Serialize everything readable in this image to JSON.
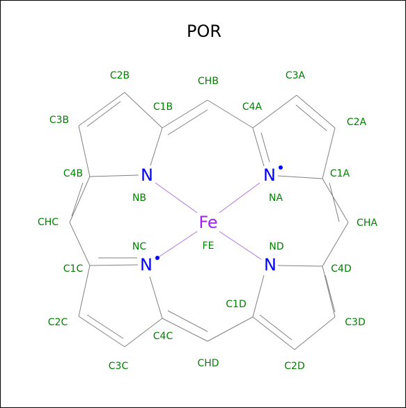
{
  "title": "POR",
  "colors": {
    "carbon_label": "#008000",
    "nitrogen": "#0000ff",
    "iron": "#a020f0",
    "bond": "#808080",
    "metal_bond": "#b070e0",
    "border": "#000000"
  },
  "elements": {
    "nitrogen_symbol": "N",
    "iron_symbol": "Fe"
  },
  "atom_labels": {
    "C2B": "C2B",
    "CHB": "CHB",
    "C3A": "C3A",
    "C3B": "C3B",
    "C1B": "C1B",
    "C4A": "C4A",
    "C2A": "C2A",
    "C4B": "C4B",
    "NB": "NB",
    "NA": "NA",
    "C1A": "C1A",
    "CHC": "CHC",
    "FE": "FE",
    "CHA": "CHA",
    "NC": "NC",
    "ND": "ND",
    "C1C": "C1C",
    "C4D": "C4D",
    "C1D": "C1D",
    "C2C": "C2C",
    "C3D": "C3D",
    "C4C": "C4C",
    "C3C": "C3C",
    "CHD": "CHD",
    "C2D": "C2D"
  }
}
